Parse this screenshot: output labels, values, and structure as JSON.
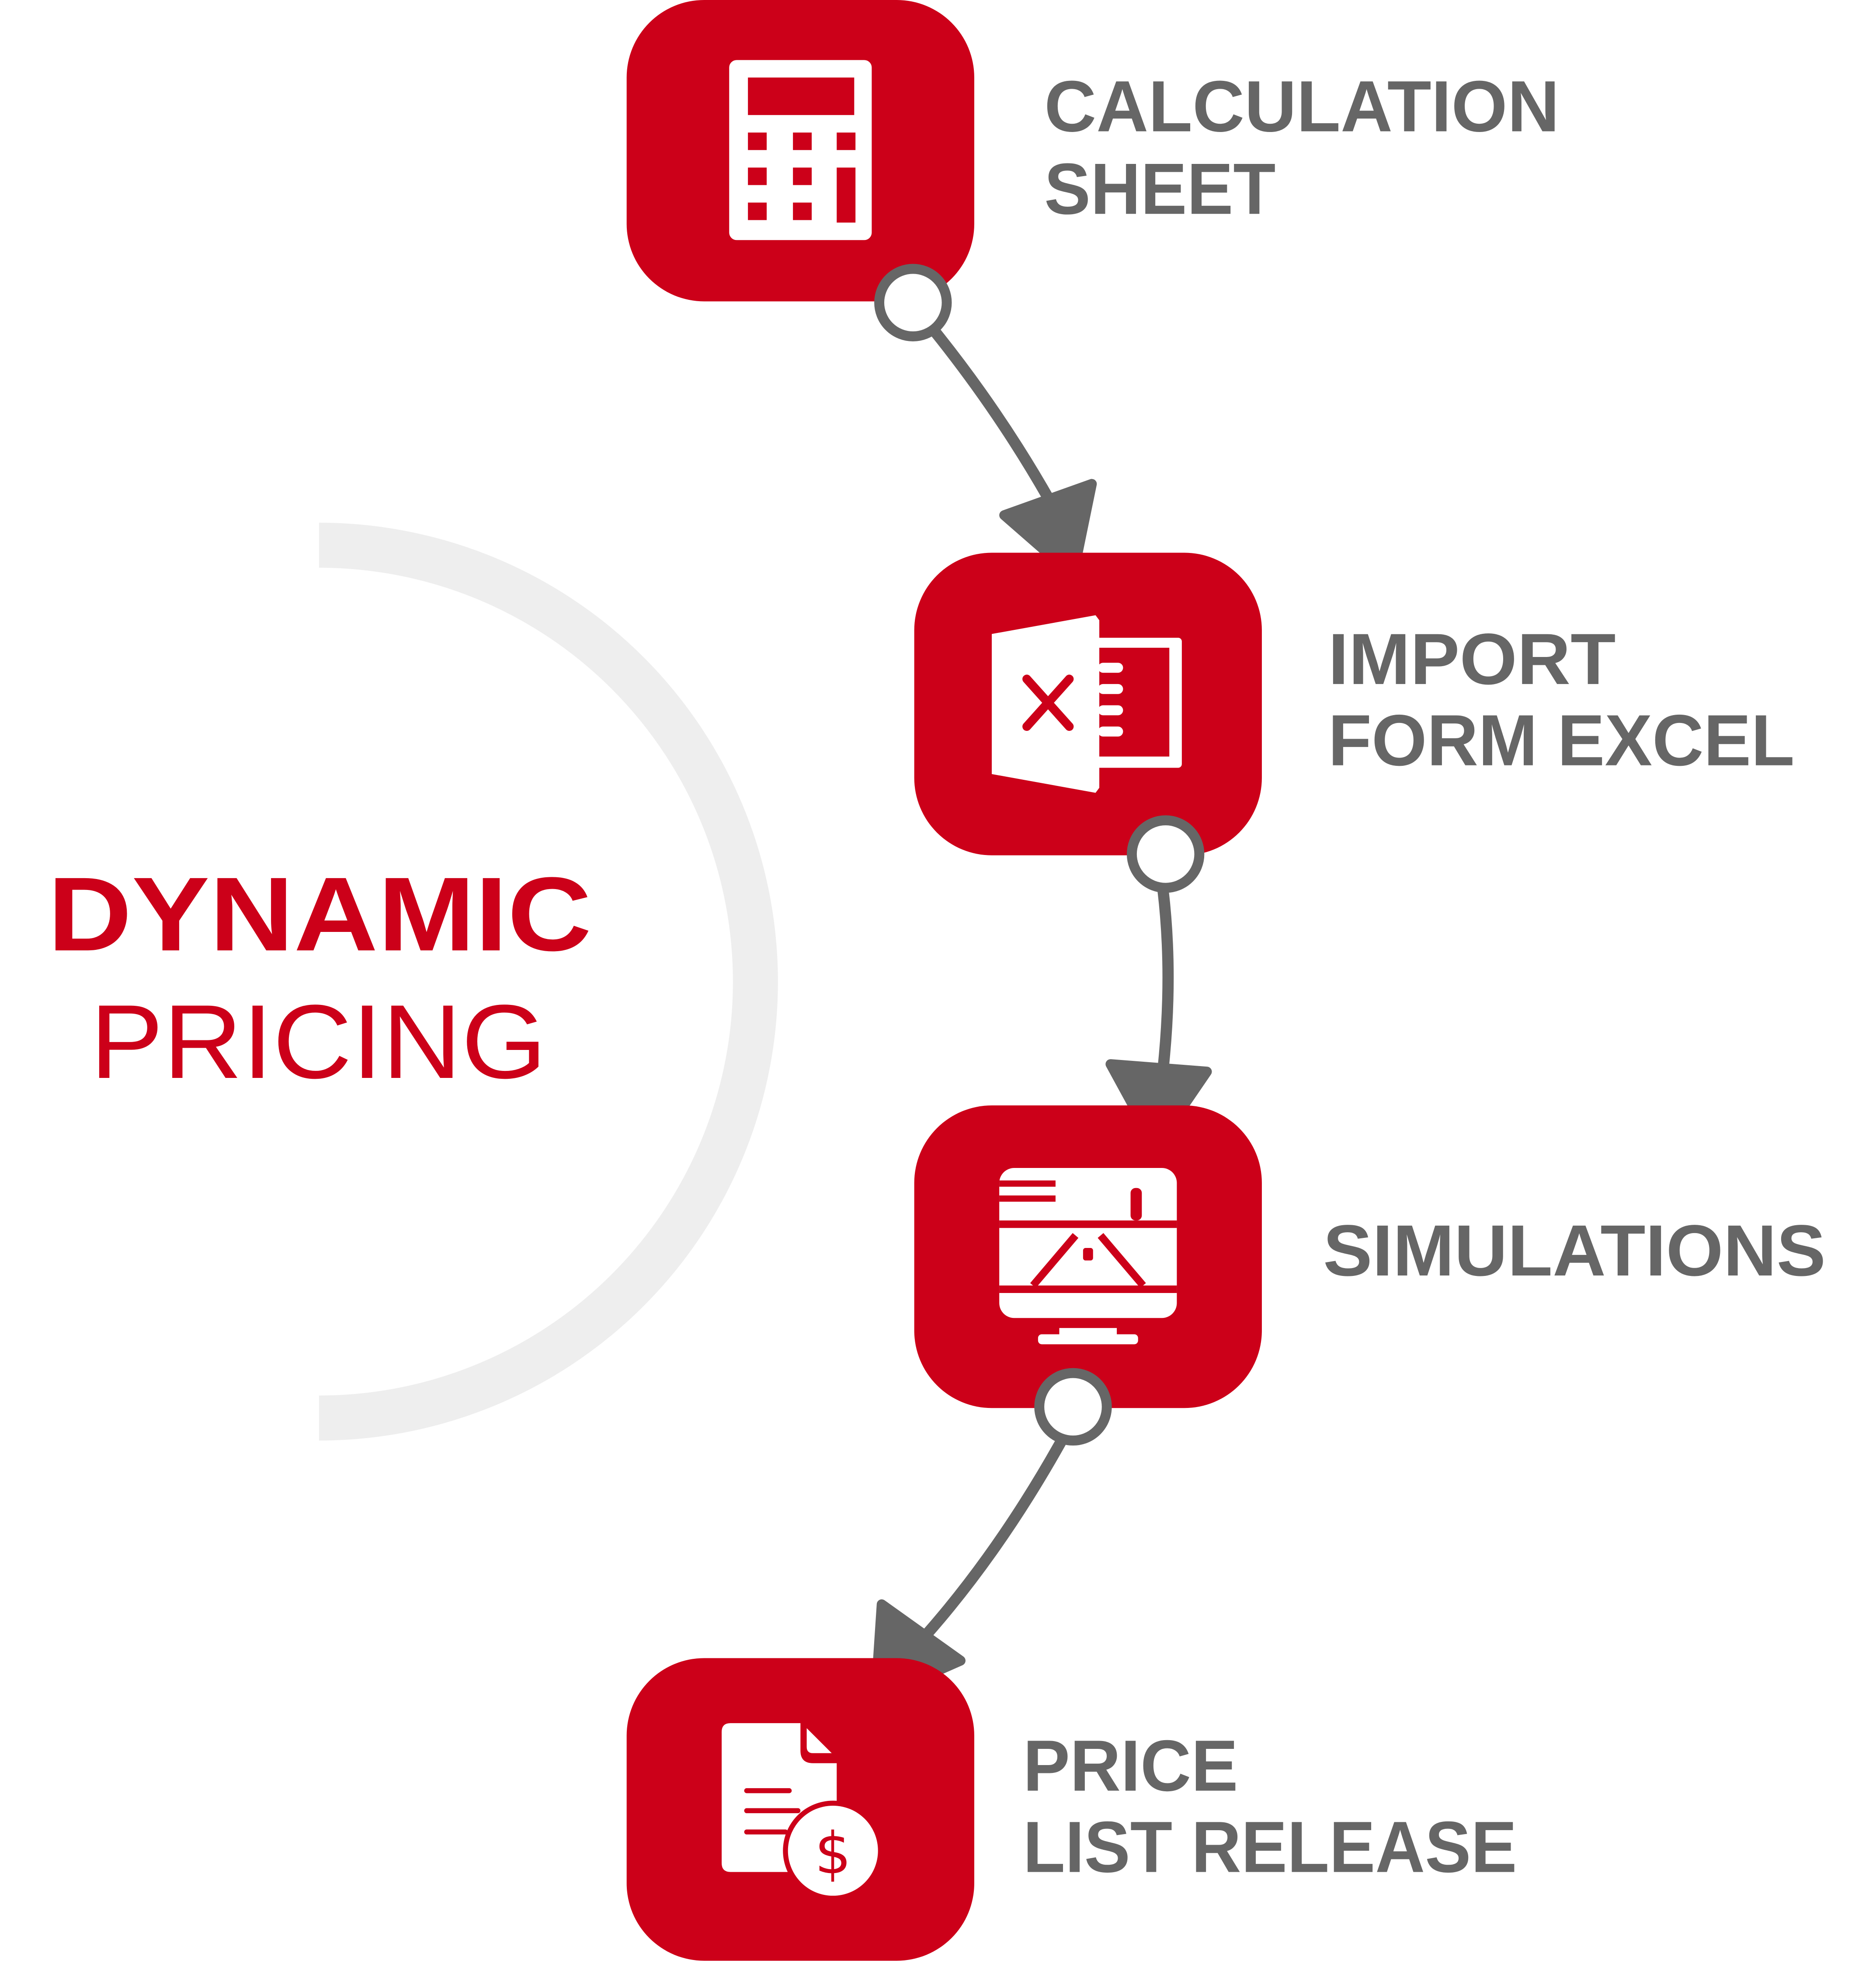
{
  "colors": {
    "accent": "#CC0019",
    "connector": "#666666",
    "arc": "#EEEEEE",
    "icon": "#FFFFFF"
  },
  "title": {
    "line1": "DYNAMIC",
    "line2": "PRICING"
  },
  "steps": [
    {
      "icon": "calculator-icon",
      "line1": "CALCULATION",
      "line2": "SHEET"
    },
    {
      "icon": "excel-icon",
      "line1": "IMPORT",
      "line2": "FORM EXCEL"
    },
    {
      "icon": "monitor-simulation-icon",
      "line1": "SIMULATIONS"
    },
    {
      "icon": "price-document-icon",
      "line1": "PRICE",
      "line2": "LIST RELEASE"
    }
  ]
}
